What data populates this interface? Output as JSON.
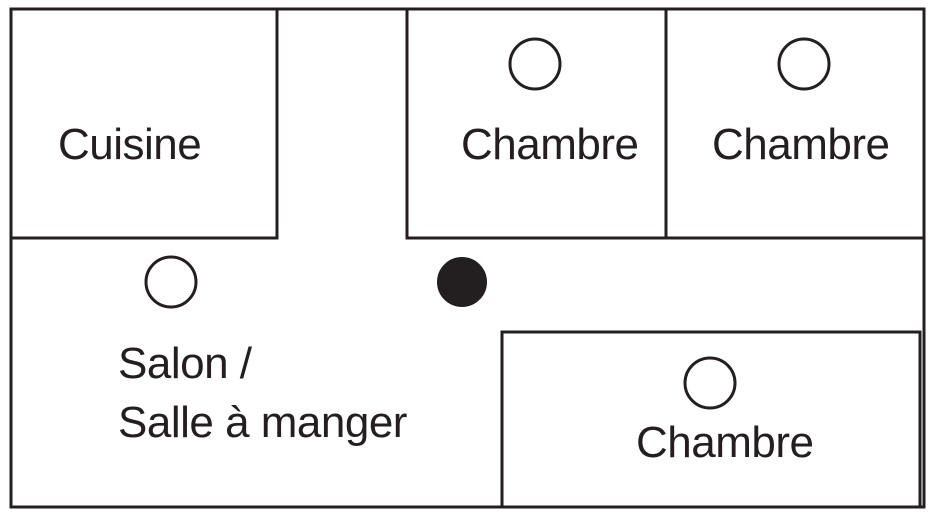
{
  "rooms": {
    "kitchen": {
      "label": "Cuisine"
    },
    "bedroom_1": {
      "label": "Chambre"
    },
    "bedroom_2": {
      "label": "Chambre"
    },
    "bedroom_3": {
      "label": "Chambre"
    },
    "living": {
      "label_line1": "Salon /",
      "label_line2": "Salle à manger"
    }
  },
  "colors": {
    "line": "#231f20",
    "background": "#ffffff"
  }
}
